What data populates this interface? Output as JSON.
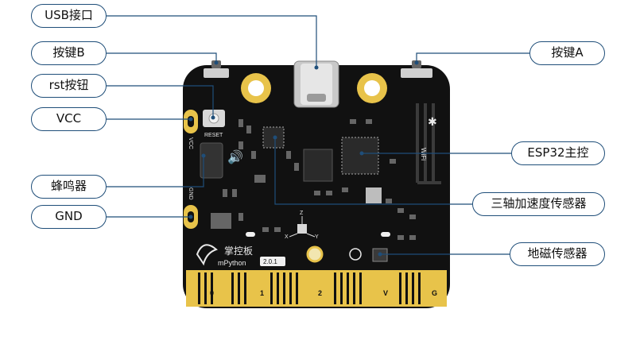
{
  "labels": {
    "usb": "USB接口",
    "button_b": "按键B",
    "rst_button": "rst按钮",
    "vcc": "VCC",
    "buzzer": "蜂鸣器",
    "gnd": "GND",
    "button_a": "按键A",
    "esp32": "ESP32主控",
    "accelerometer": "三轴加速度传感器",
    "magnetometer": "地磁传感器"
  },
  "board": {
    "reset_text": "RESET",
    "vcc_text": "VCC",
    "gnd_text": "GND",
    "brand_cn": "掌控板",
    "brand_en": "mPython",
    "version": "2.0.1",
    "wifi_text": "WiFi",
    "axis_z": "Z",
    "axis_x": "X",
    "axis_y": "Y",
    "pads": [
      "0",
      "1",
      "2",
      "V",
      "G"
    ]
  },
  "colors": {
    "pcb": "#111111",
    "gold": "#e8c34a",
    "callout_line": "#1f4e79"
  }
}
